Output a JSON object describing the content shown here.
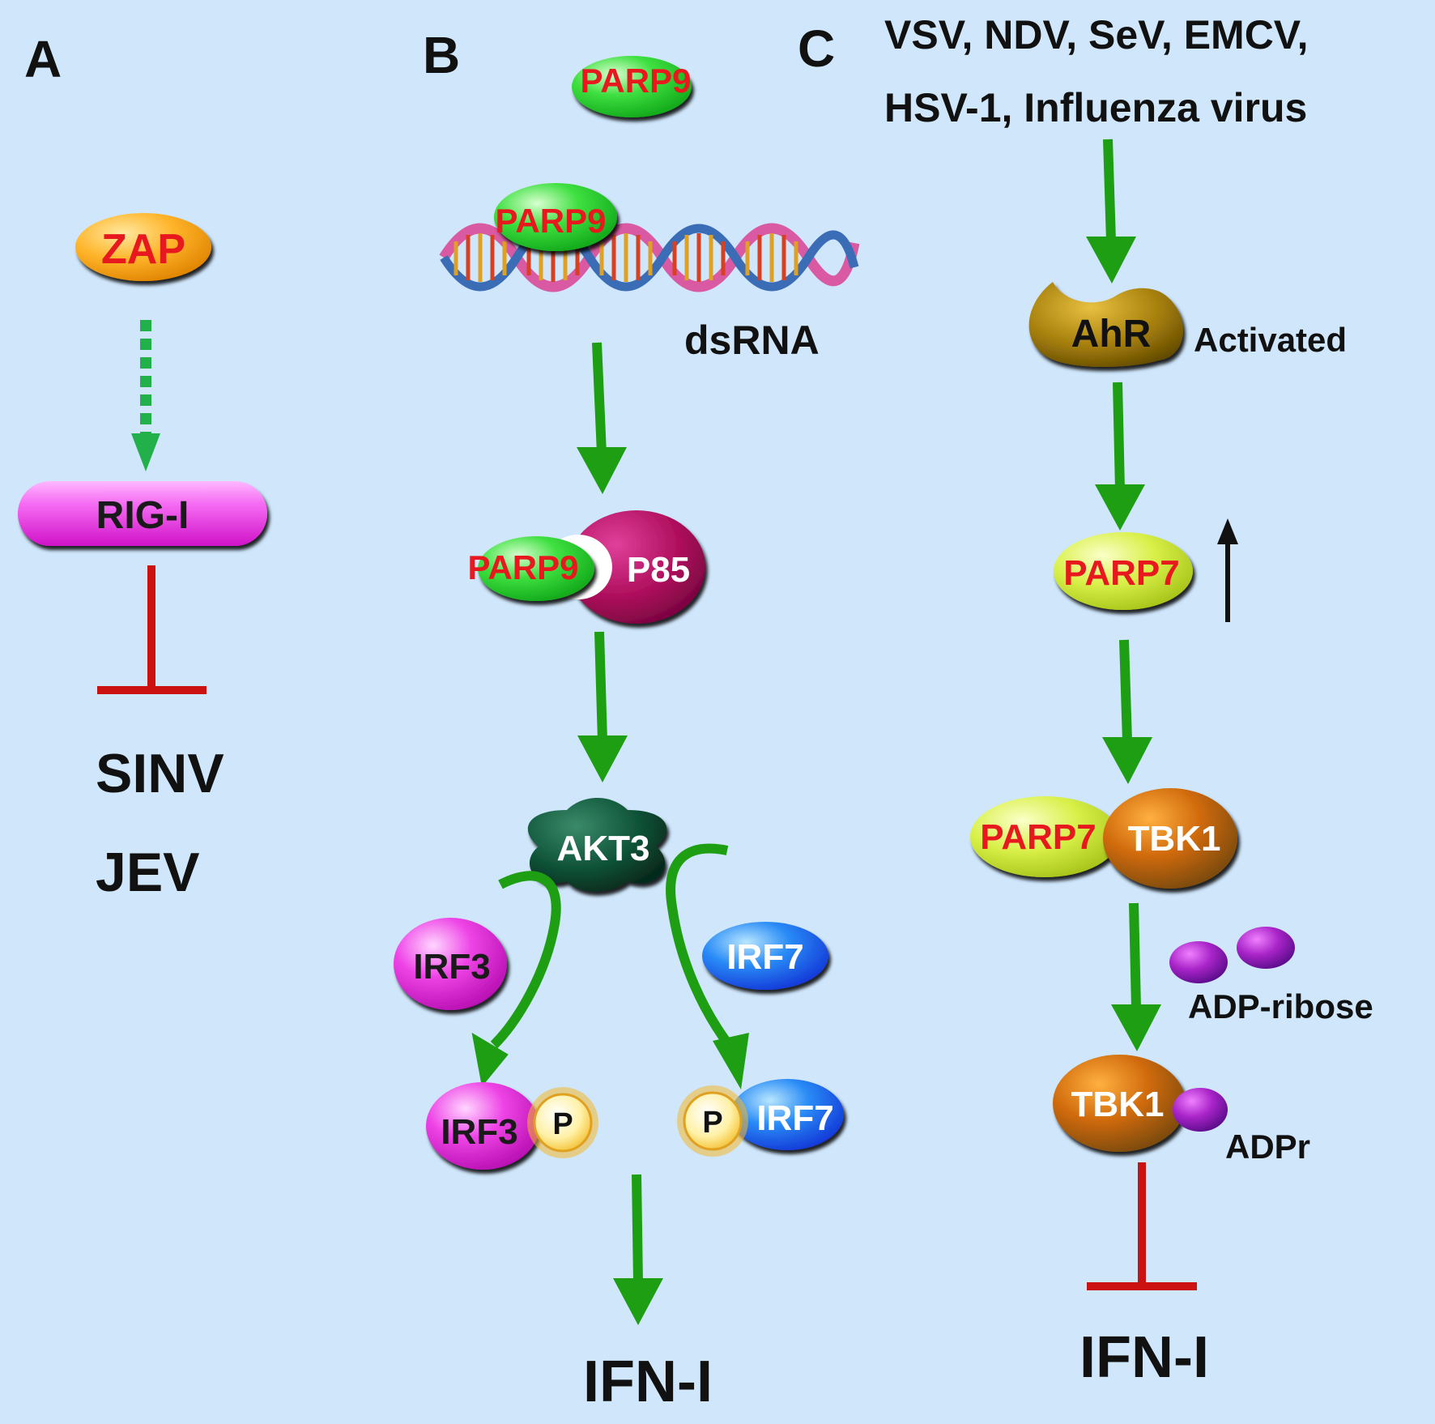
{
  "panels": {
    "a": {
      "letter": "A",
      "zap": "ZAP",
      "rigi": "RIG-I",
      "virus1": "SINV",
      "virus2": "JEV"
    },
    "b": {
      "letter": "B",
      "parp9_free": "PARP9",
      "parp9_bound": "PARP9",
      "dsrna": "dsRNA",
      "parp9_complex": "PARP9",
      "p85": "P85",
      "akt3": "AKT3",
      "irf3": "IRF3",
      "irf7": "IRF7",
      "irf3_p": "IRF3",
      "irf7_p": "IRF7",
      "phospho": "P",
      "output": "IFN-I"
    },
    "c": {
      "letter": "C",
      "viruses_line1": "VSV, NDV, SeV, EMCV,",
      "viruses_line2": "HSV-1, Influenza virus",
      "ahr": "AhR",
      "activated": "Activated",
      "parp7": "PARP7",
      "parp7_complex": "PARP7",
      "tbk1_complex": "TBK1",
      "adp_ribose": "ADP-ribose",
      "tbk1_modified": "TBK1",
      "adpr": "ADPr",
      "output": "IFN-I"
    }
  },
  "colors": {
    "background": "#cfe6fb",
    "activation_arrow": "#1e9e12",
    "inhibition": "#cc1111",
    "protein_label_red": "#e8191e"
  }
}
